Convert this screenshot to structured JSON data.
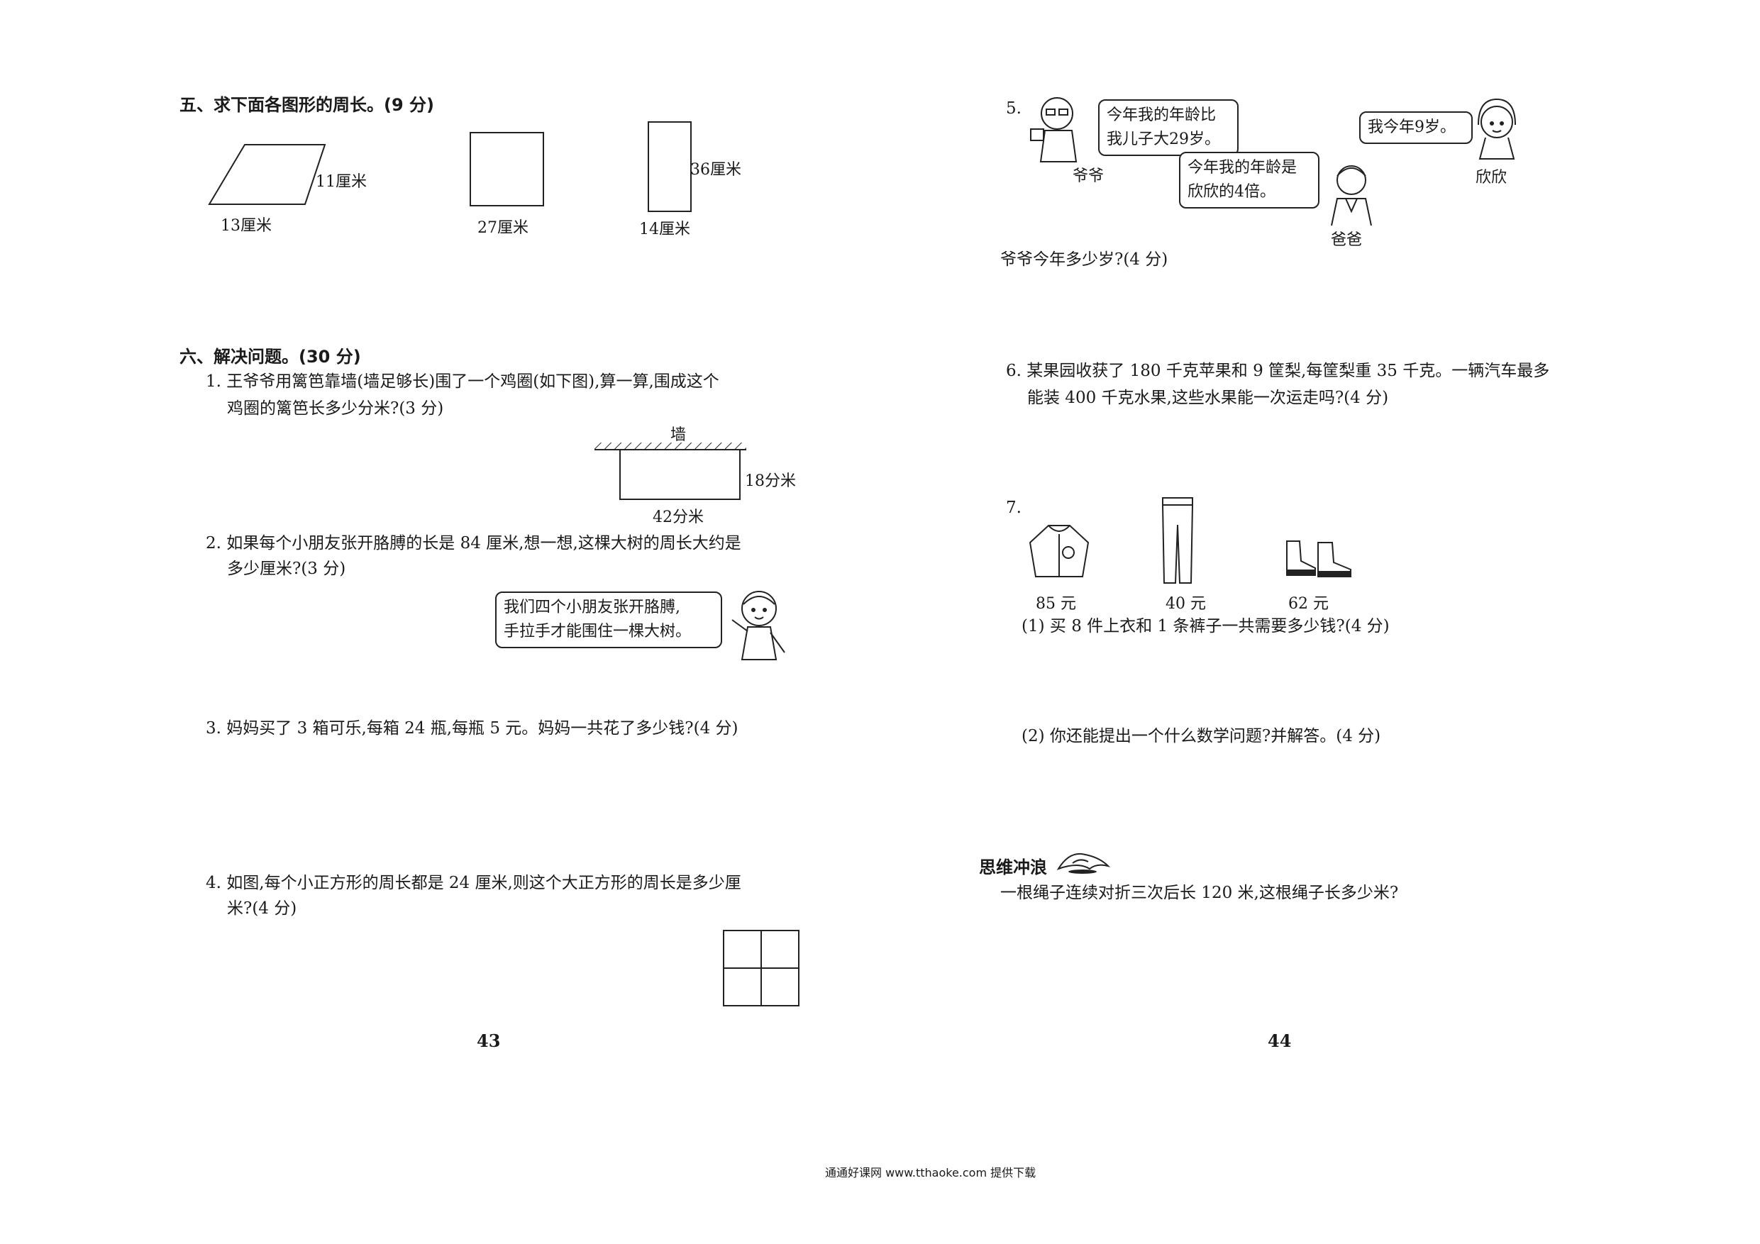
{
  "left_page": {
    "section5": {
      "heading": "五、求下面各图形的周长。(9 分)",
      "shapes": [
        {
          "name": "parallelogram",
          "side_label": "11厘米",
          "base_label": "13厘米"
        },
        {
          "name": "square",
          "side_label": "27厘米"
        },
        {
          "name": "rectangle",
          "height_label": "36厘米",
          "width_label": "14厘米"
        }
      ]
    },
    "section6": {
      "heading": "六、解决问题。(30 分)",
      "q1": {
        "line1": "1. 王爷爷用篱笆靠墙(墙足够长)围了一个鸡圈(如下图),算一算,围成这个",
        "line2": "鸡圈的篱笆长多少分米?(3 分)",
        "wall_label": "墙",
        "side_label": "18分米",
        "length_label": "42分米"
      },
      "q2": {
        "line1": "2. 如果每个小朋友张开胳膊的长是 84 厘米,想一想,这棵大树的周长大约是",
        "line2": "多少厘米?(3 分)",
        "bubble_line1": "我们四个小朋友张开胳膊,",
        "bubble_line2": "手拉手才能围住一棵大树。"
      },
      "q3": {
        "line1": "3. 妈妈买了 3 箱可乐,每箱 24 瓶,每瓶 5 元。妈妈一共花了多少钱?(4 分)"
      },
      "q4": {
        "line1": "4. 如图,每个小正方形的周长都是 24 厘米,则这个大正方形的周长是多少厘",
        "line2": "米?(4 分)"
      }
    },
    "page_number": "43"
  },
  "right_page": {
    "q5": {
      "number": "5.",
      "grandpa_bubble_line1": "今年我的年龄比",
      "grandpa_bubble_line2": "我儿子大29岁。",
      "grandpa_label": "爷爷",
      "dad_bubble_line1": "今年我的年龄是",
      "dad_bubble_line2": "欣欣的4倍。",
      "dad_label": "爸爸",
      "girl_bubble": "我今年9岁。",
      "girl_label": "欣欣",
      "question": "爷爷今年多少岁?(4 分)"
    },
    "q6": {
      "line1": "6. 某果园收获了 180 千克苹果和 9 筐梨,每筐梨重 35 千克。一辆汽车最多",
      "line2": "能装 400 千克水果,这些水果能一次运走吗?(4 分)"
    },
    "q7": {
      "number": "7.",
      "items": [
        {
          "name": "jacket",
          "price": "85 元"
        },
        {
          "name": "pants",
          "price": "40 元"
        },
        {
          "name": "shoes",
          "price": "62 元"
        }
      ],
      "sub1": "(1) 买 8 件上衣和 1 条裤子一共需要多少钱?(4 分)",
      "sub2": "(2) 你还能提出一个什么数学问题?并解答。(4 分)"
    },
    "challenge": {
      "title": "思维冲浪",
      "question": "一根绳子连续对折三次后长 120 米,这根绳子长多少米?"
    },
    "page_number": "44"
  },
  "footer": {
    "text": "通通好课网 www.tthaoke.com 提供下载"
  }
}
